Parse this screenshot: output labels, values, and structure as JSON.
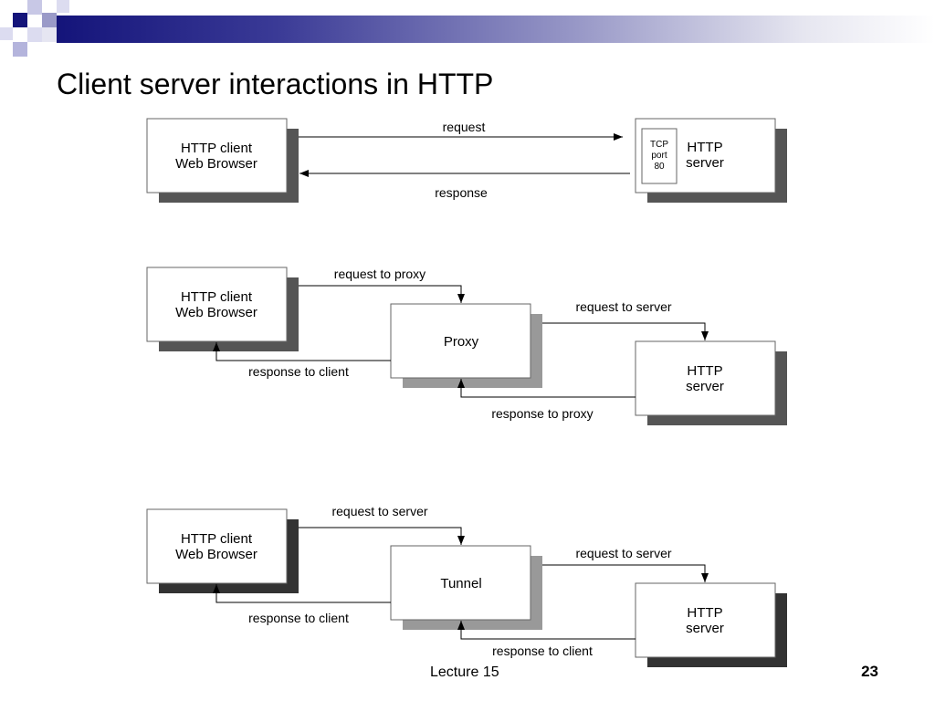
{
  "slide": {
    "title": "Client server interactions in HTTP",
    "footer": "Lecture 15",
    "page_number": "23"
  },
  "diagram1": {
    "client_line1": "HTTP client",
    "client_line2": "Web Browser",
    "server_line1": "HTTP",
    "server_line2": "server",
    "port_line1": "TCP",
    "port_line2": "port",
    "port_line3": "80",
    "request": "request",
    "response": "response"
  },
  "diagram2": {
    "client_line1": "HTTP client",
    "client_line2": "Web Browser",
    "middle": "Proxy",
    "server_line1": "HTTP",
    "server_line2": "server",
    "request_to_middle": "request to proxy",
    "request_to_server": "request to server",
    "response_to_client": "response to client",
    "response_to_middle": "response to proxy"
  },
  "diagram3": {
    "client_line1": "HTTP client",
    "client_line2": "Web Browser",
    "middle": "Tunnel",
    "server_line1": "HTTP",
    "server_line2": "server",
    "request_to_middle": "request to server",
    "request_to_server": "request to server",
    "response_to_client": "response to client",
    "response_to_middle": "response to client"
  }
}
